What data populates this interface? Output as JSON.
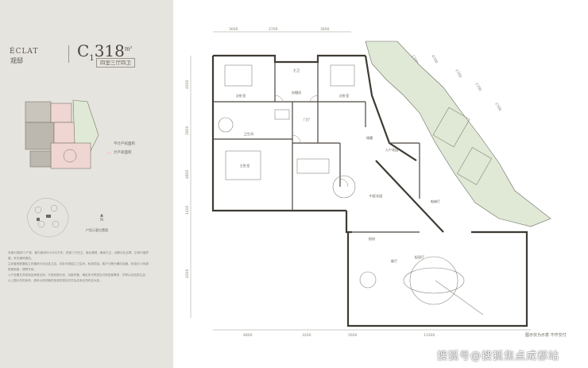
{
  "brand": {
    "name_en": "ÉCLAT",
    "name_cn": "观邸"
  },
  "unit": {
    "code": "C",
    "subscript": "1",
    "area_number": "318",
    "area_unit": "m²",
    "spec": "四室三厅四卫"
  },
  "legend": {
    "items": [
      {
        "label": "不计产权面积",
        "color": "#dfe9d6"
      },
      {
        "label": "计产权面积",
        "color": "#efd6d2"
      }
    ]
  },
  "compass": {
    "label": "N",
    "note": "户型示意位置图"
  },
  "description": [
    "本案为观邸C1户型，套内面积约318平方米，四室三厅四卫，南北通透，格局方正，动静分区合理，空间尺度舒展，采光通风俱佳。",
    "主卧套房配置独立衣帽间与双台盆卫浴，次卧均带独立卫生间，私密性强。客厅与餐厅横向连通，形成约13米超宽景观面，视野开阔。",
    "入户设置玄关收纳及家政空间，中西双厨分设，功能完备，满足多代同堂及日常宴客需求，尽享从容品质生活。",
    "以上图示仅供参考，具体以政府最终批准的规划文件及买卖合同约定为准。"
  ],
  "plan": {
    "top_dims": [
      "3600",
      "2700",
      "3600"
    ],
    "diag_dims": [
      "1700",
      "4700",
      "1700",
      "1700",
      "1700"
    ],
    "left_dims": [
      "4500",
      "2800",
      "4800",
      "1400",
      "4500"
    ],
    "bottom_dims": [
      "4800",
      "3200",
      "5600",
      "13300"
    ],
    "rooms": {
      "bedroom2": "次卧室",
      "master_bath": "主卫",
      "cloak": "衣帽间",
      "bedroom3": "次卧室",
      "master_bedroom": "主卧室",
      "foyer": "门厅",
      "powder": "卫生间",
      "storage": "储藏",
      "entrance": "入户花园",
      "elevator_lobby": "电梯厅",
      "courtyard": "中庭花园",
      "kitchen": "厨房",
      "dining": "餐厅",
      "living": "起居厅"
    }
  },
  "note": "图示仅为示意 不作交付",
  "watermark": "搜狐号@搜狐焦点成都站"
}
